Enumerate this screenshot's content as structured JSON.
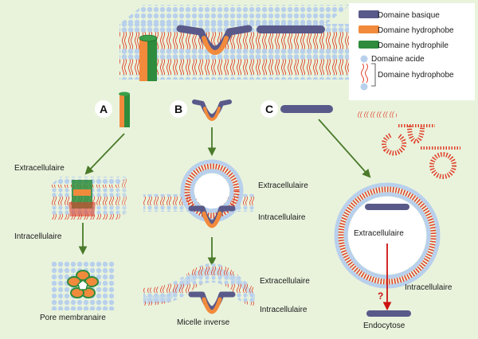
{
  "legend": {
    "items": [
      {
        "label": "Domaine basique",
        "color": "#5a5a8a"
      },
      {
        "label": "Domaine hydrophobe",
        "color": "#f28a3c"
      },
      {
        "label": "Domaine hydrophile",
        "color": "#2e8c3c"
      },
      {
        "label": "Domaine acide",
        "color": "#b8d0ec"
      },
      {
        "label": "Domaine hydrophobe",
        "color": "#e0402a"
      }
    ]
  },
  "panels": {
    "a": {
      "letter": "A"
    },
    "b": {
      "letter": "B"
    },
    "c": {
      "letter": "C"
    }
  },
  "labels": {
    "a_extra": "Extracellulaire",
    "a_intra": "Intracellulaire",
    "a_pore": "Pore membranaire",
    "b_extra1": "Extracellulaire",
    "b_intra1": "Intracellulaire",
    "b_extra2": "Extracellulaire",
    "b_intra2": "Intracellulaire",
    "b_micelle": "Micelle inverse",
    "c_extra": "Extracellulaire",
    "c_intra": "Intracellulaire",
    "c_endo": "Endocytose",
    "c_question": "?"
  },
  "colors": {
    "background": "#e9f3dc",
    "head": "#b8d0ec",
    "tail": "#e0402a",
    "basic": "#5a5a8a",
    "hydrophobic": "#f28a3c",
    "hydrophilic": "#2e8c3c",
    "arrow": "#4a7a2a"
  }
}
